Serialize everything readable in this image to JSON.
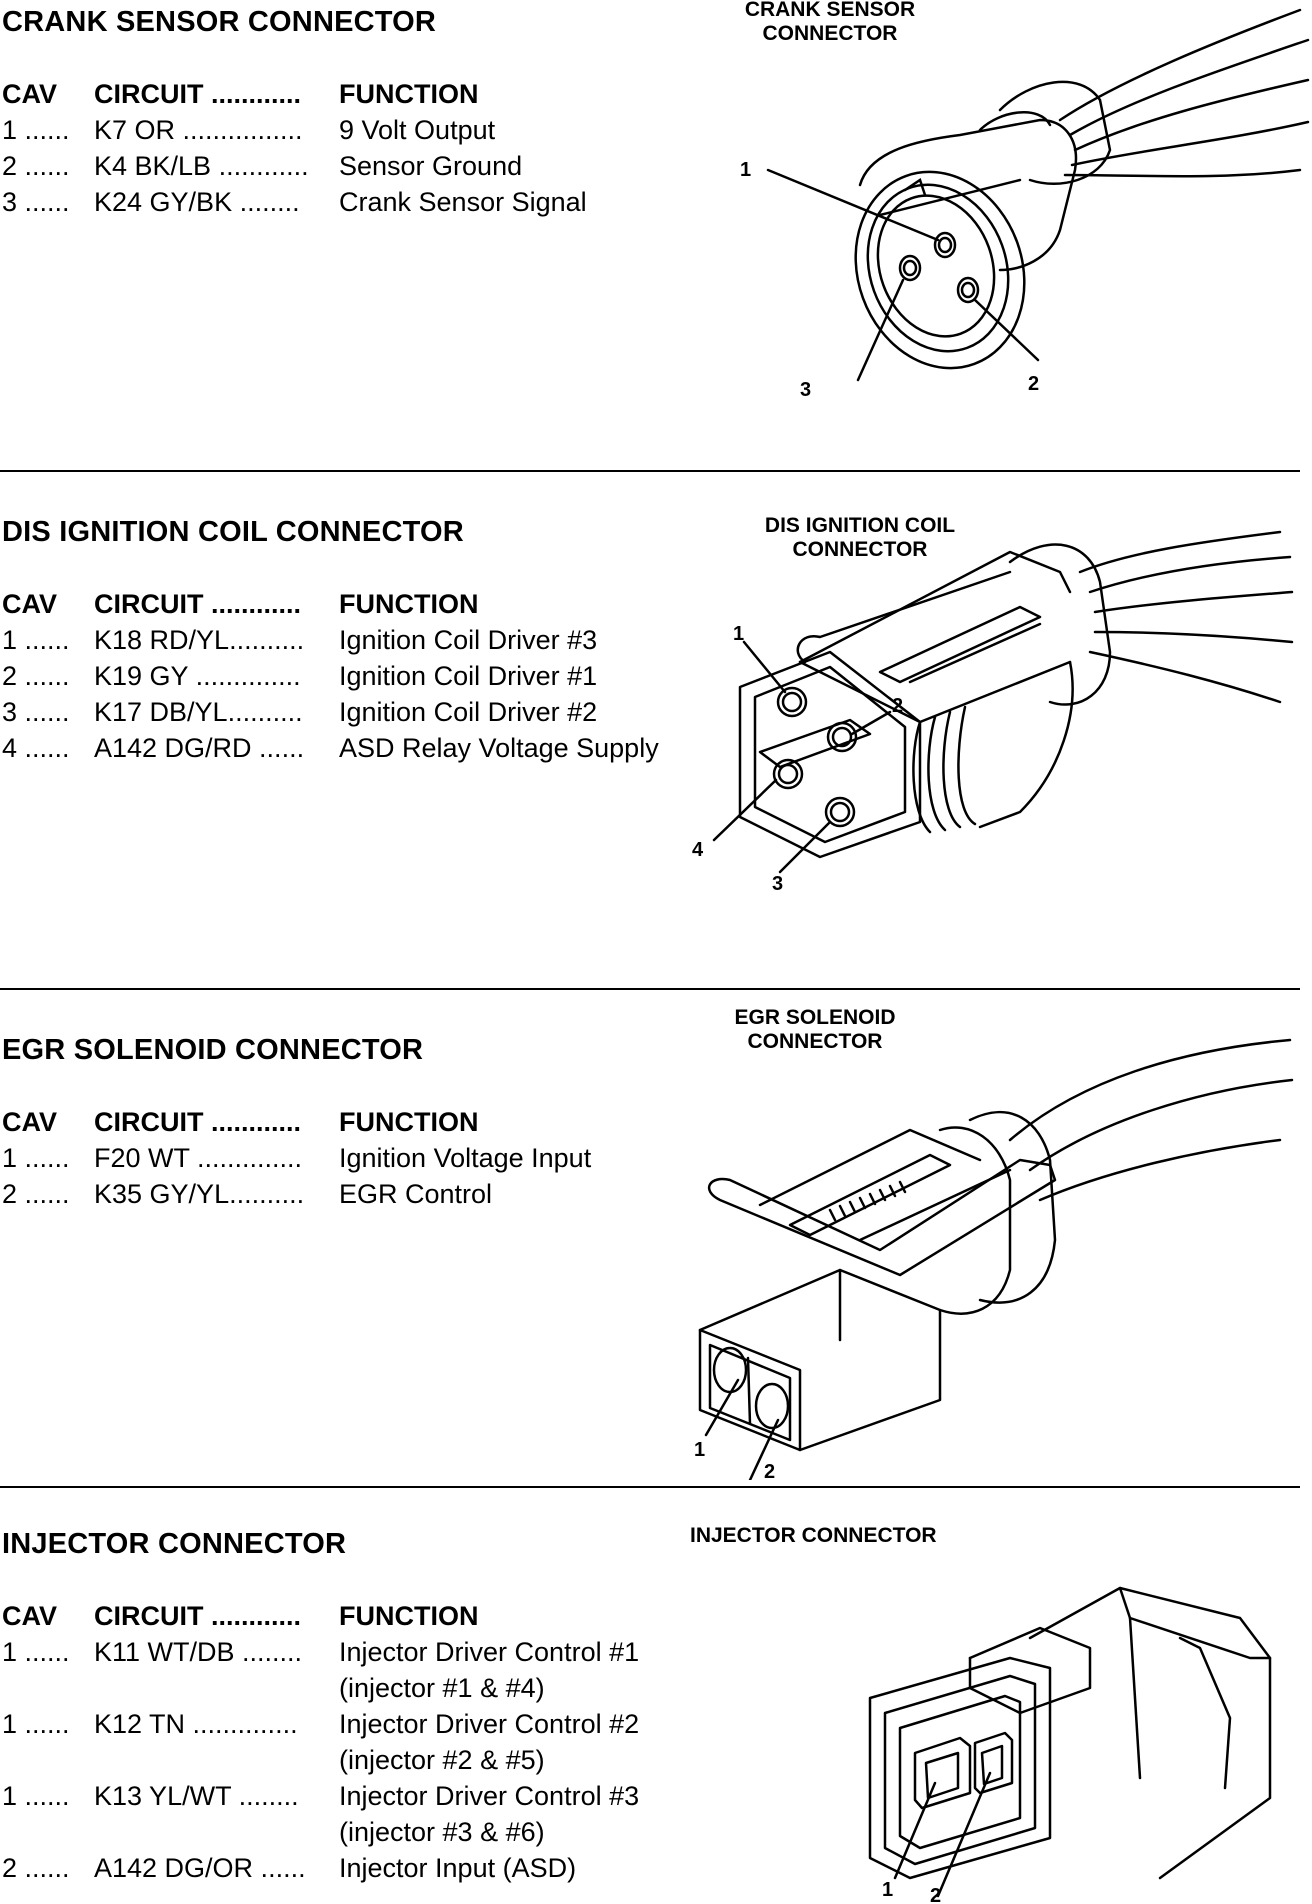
{
  "sections": [
    {
      "title": "CRANK SENSOR CONNECTOR",
      "figure_caption_1": "CRANK SENSOR",
      "figure_caption_2": "CONNECTOR",
      "header": {
        "cav": "CAV",
        "circuit": "CIRCUIT ............",
        "function": "FUNCTION"
      },
      "rows": [
        {
          "cav": "1 ......",
          "circuit": "K7 OR ................",
          "function": "9 Volt Output"
        },
        {
          "cav": "2 ......",
          "circuit": "K4 BK/LB ............",
          "function": "Sensor Ground"
        },
        {
          "cav": "3 ......",
          "circuit": "K24 GY/BK ........",
          "function": "Crank Sensor Signal"
        }
      ],
      "pins": [
        "1",
        "2",
        "3"
      ]
    },
    {
      "title": "DIS IGNITION COIL CONNECTOR",
      "figure_caption_1": "DIS IGNITION COIL",
      "figure_caption_2": "CONNECTOR",
      "header": {
        "cav": "CAV",
        "circuit": "CIRCUIT ............",
        "function": "FUNCTION"
      },
      "rows": [
        {
          "cav": "1 ......",
          "circuit": "K18 RD/YL..........",
          "function": "Ignition Coil Driver #3"
        },
        {
          "cav": "2 ......",
          "circuit": "K19 GY ..............",
          "function": "Ignition Coil Driver #1"
        },
        {
          "cav": "3 ......",
          "circuit": "K17 DB/YL..........",
          "function": "Ignition Coil Driver #2"
        },
        {
          "cav": "4 ......",
          "circuit": "A142 DG/RD ......",
          "function": "ASD Relay Voltage Supply"
        }
      ],
      "pins": [
        "1",
        "2",
        "3",
        "4"
      ]
    },
    {
      "title": "EGR SOLENOID CONNECTOR",
      "figure_caption_1": "EGR SOLENOID",
      "figure_caption_2": "CONNECTOR",
      "header": {
        "cav": "CAV",
        "circuit": "CIRCUIT ............",
        "function": "FUNCTION"
      },
      "rows": [
        {
          "cav": "1 ......",
          "circuit": "F20 WT ..............",
          "function": "Ignition Voltage Input"
        },
        {
          "cav": "2 ......",
          "circuit": "K35 GY/YL..........",
          "function": "EGR Control"
        }
      ],
      "pins": [
        "1",
        "2"
      ]
    },
    {
      "title": "INJECTOR CONNECTOR",
      "figure_caption_1": "INJECTOR CONNECTOR",
      "header": {
        "cav": "CAV",
        "circuit": "CIRCUIT ............",
        "function": "FUNCTION"
      },
      "rows": [
        {
          "cav": "1 ......",
          "circuit": "K11 WT/DB ........",
          "function": "Injector Driver Control #1"
        },
        {
          "cav": "",
          "circuit": "",
          "function": "(injector #1 & #4)"
        },
        {
          "cav": "1 ......",
          "circuit": "K12 TN ..............",
          "function": "Injector Driver Control #2"
        },
        {
          "cav": "",
          "circuit": "",
          "function": "(injector #2 & #5)"
        },
        {
          "cav": "1 ......",
          "circuit": "K13 YL/WT ........",
          "function": "Injector Driver Control #3"
        },
        {
          "cav": "",
          "circuit": "",
          "function": "(injector #3 & #6)"
        },
        {
          "cav": "2 ......",
          "circuit": "A142 DG/OR ......",
          "function": "Injector Input (ASD)"
        }
      ],
      "pins": [
        "1",
        "2"
      ]
    }
  ]
}
